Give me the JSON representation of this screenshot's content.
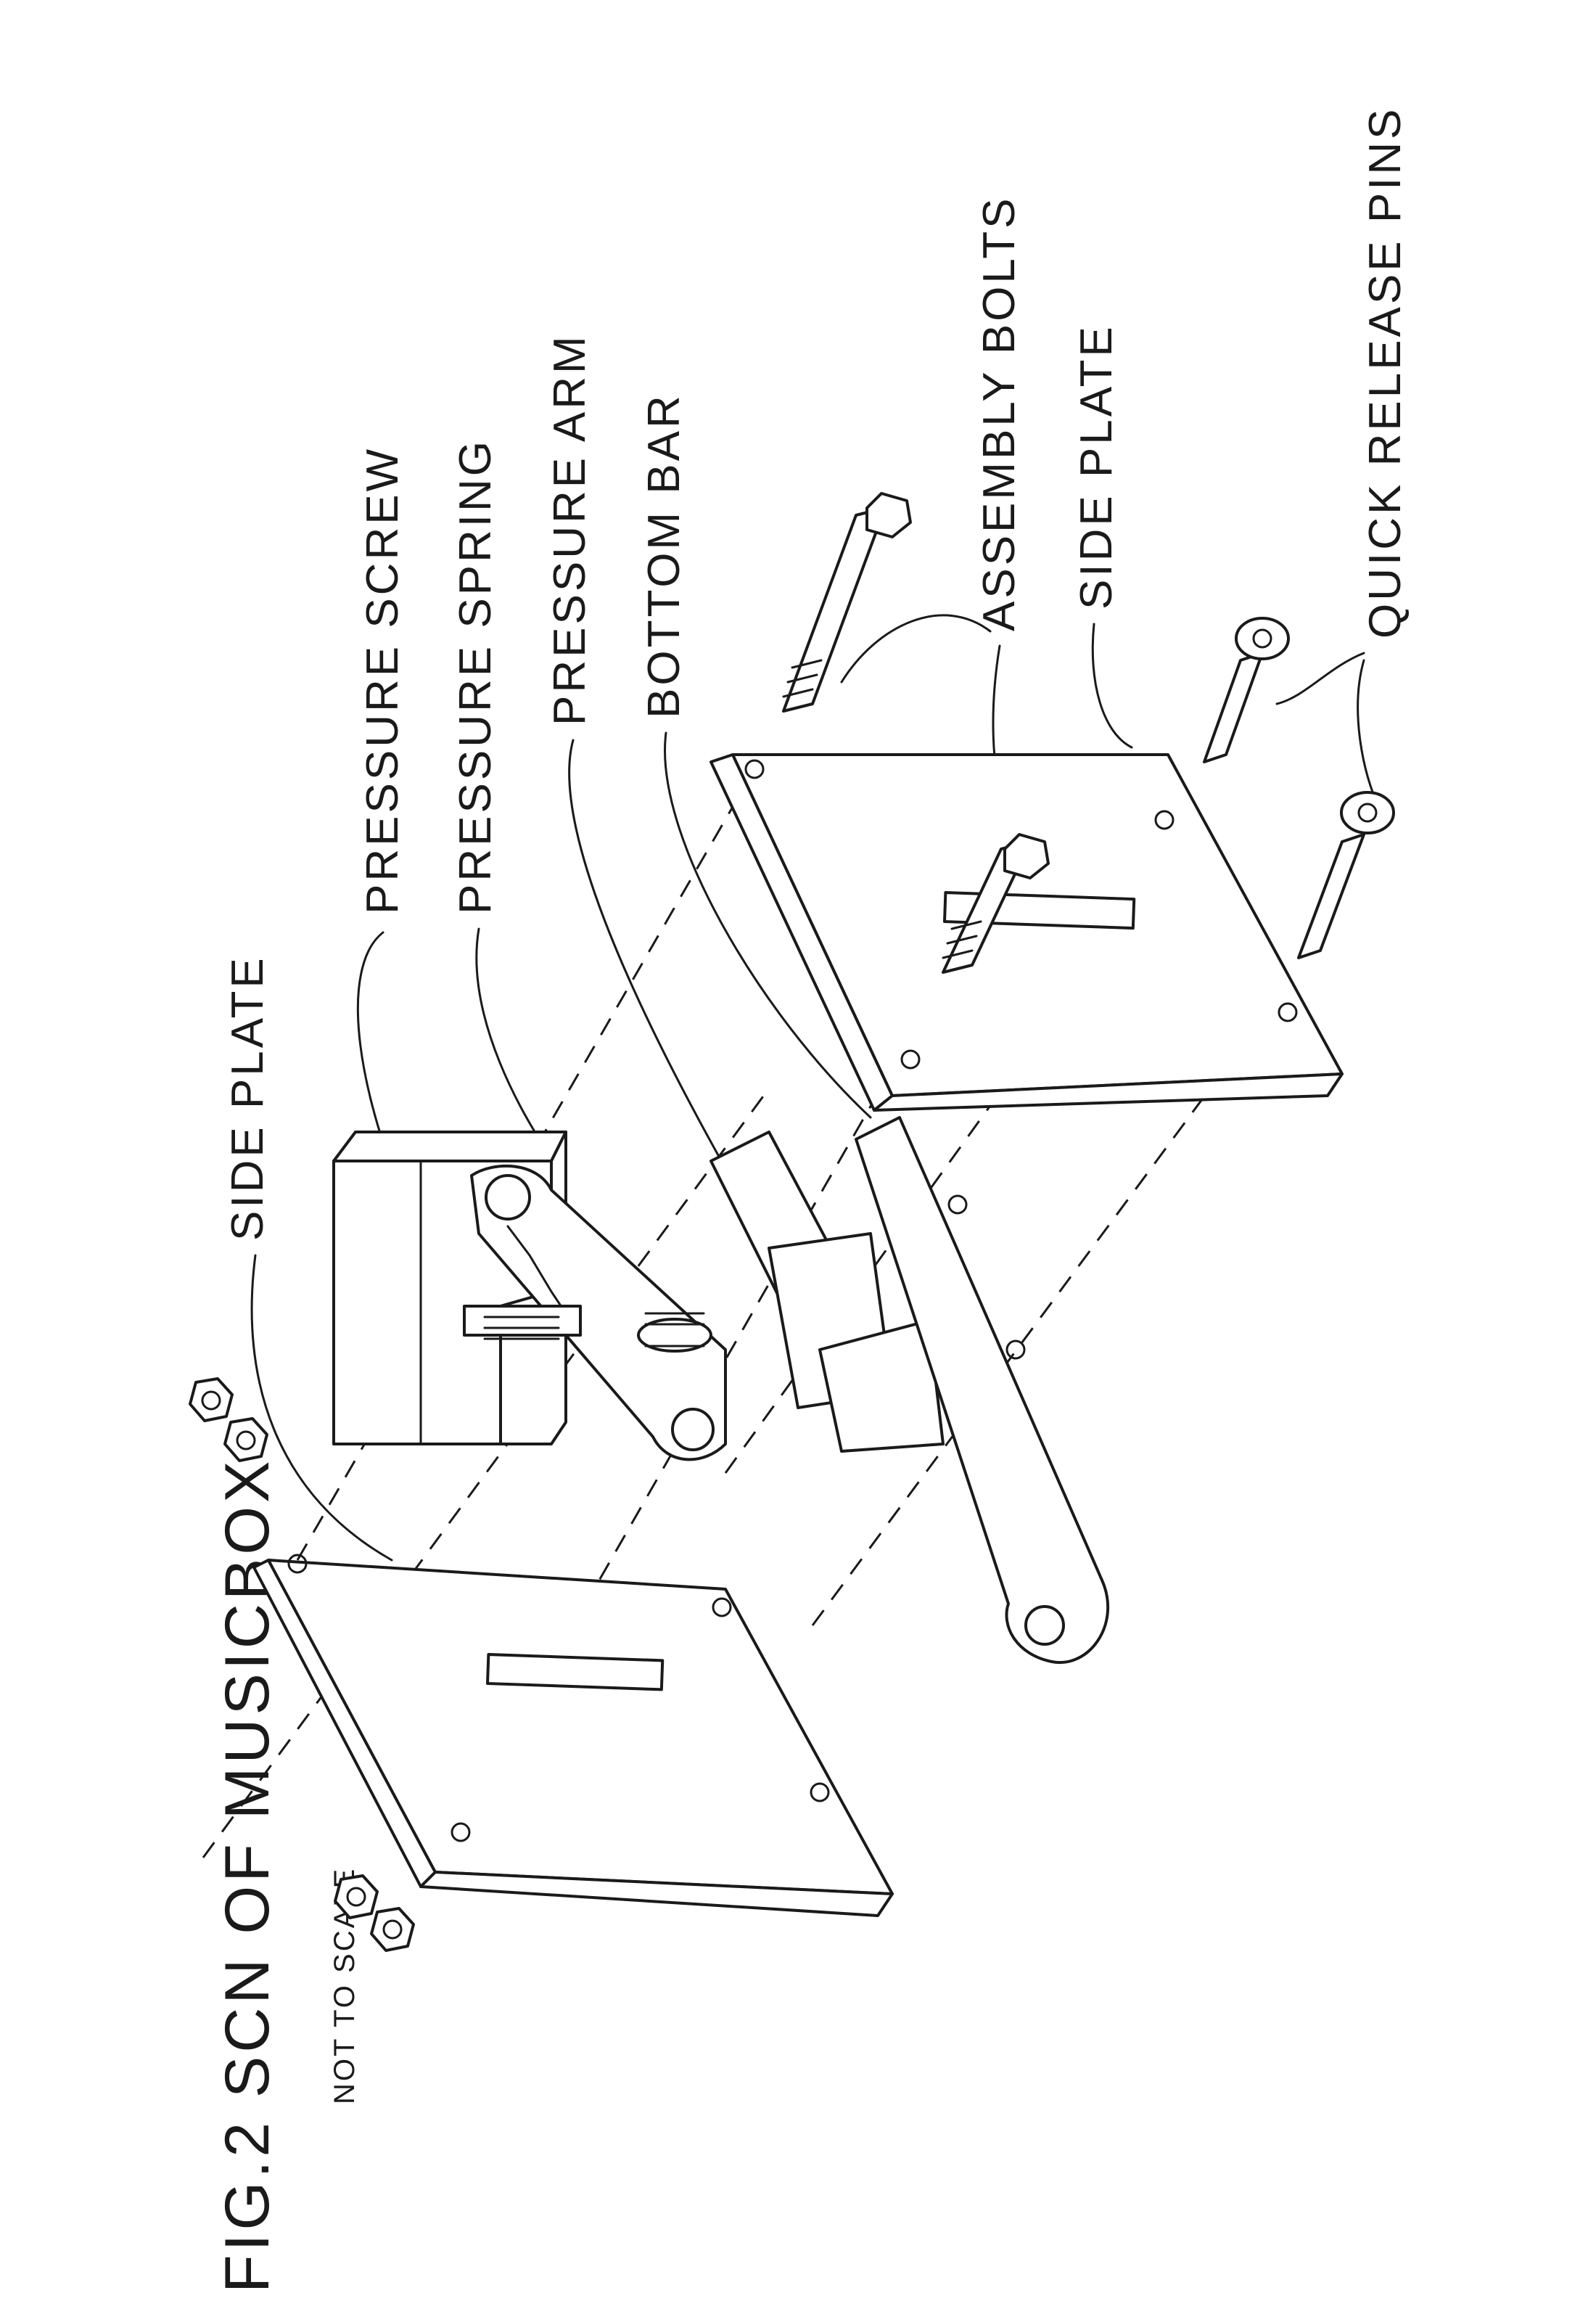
{
  "figure": {
    "title": "FIG.2 SCN OF MUSICBOX",
    "note": "NOT TO SCALE"
  },
  "labels": {
    "side_plate_left": "SIDE PLATE",
    "pressure_screw": "PRESSURE SCREW",
    "pressure_spring": "PRESSURE SPRING",
    "pressure_arm": "PRESSURE ARM",
    "bottom_bar": "BOTTOM BAR",
    "assembly_bolts": "ASSEMBLY BOLTS",
    "side_plate_right": "SIDE PLATE",
    "quick_release_pins": "QUICK RELEASE PINS"
  }
}
